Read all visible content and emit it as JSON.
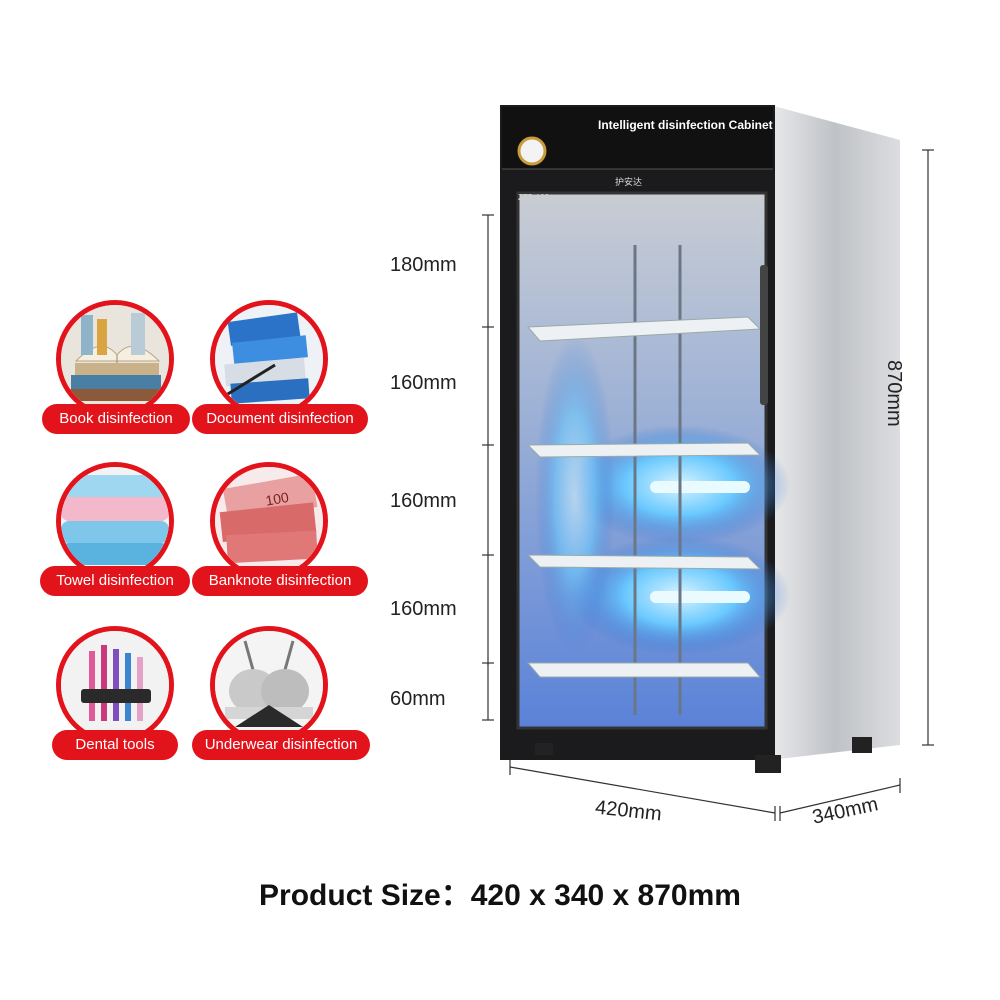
{
  "cabinet": {
    "header_title": "Intelligent disinfection Cabinet",
    "brand_mark": "护安达",
    "model": "ZTP-128"
  },
  "use_cases": [
    {
      "label": "Book disinfection",
      "icon": "books-icon"
    },
    {
      "label": "Document disinfection",
      "icon": "documents-icon"
    },
    {
      "label": "Towel disinfection",
      "icon": "towels-icon"
    },
    {
      "label": "Banknote disinfection",
      "icon": "banknotes-icon"
    },
    {
      "label": "Dental tools",
      "icon": "toothbrush-icon"
    },
    {
      "label": "Underwear disinfection",
      "icon": "underwear-icon"
    }
  ],
  "dimensions": {
    "tiers": [
      "180mm",
      "160mm",
      "160mm",
      "160mm",
      "60mm"
    ],
    "height": "870mm",
    "width": "420mm",
    "depth": "340mm"
  },
  "product_size": "Product Size：420 x 340 x 870mm",
  "colors": {
    "accent_red": "#e3131c",
    "uv_blue": "#5aa8ff",
    "cabinet_dark": "#1b1b1d",
    "steel": "#cfd1d4"
  }
}
